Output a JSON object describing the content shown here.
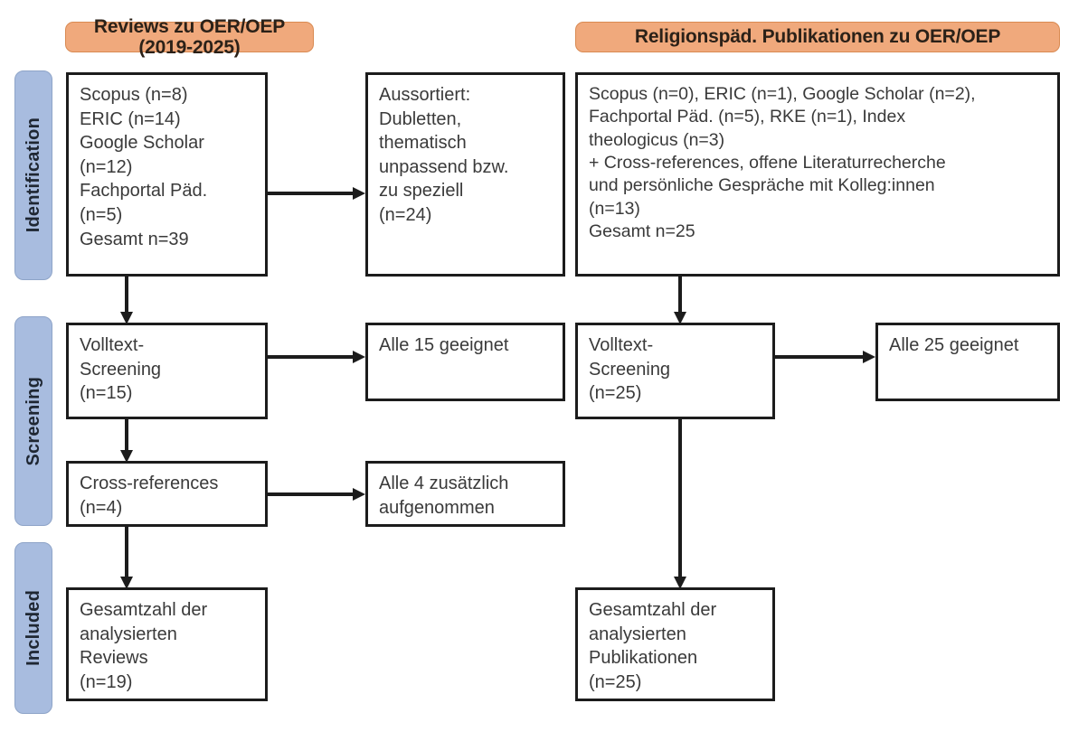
{
  "diagram": {
    "type": "prisma-flow-diagram",
    "columns": [
      {
        "id": "reviews",
        "header": "Reviews zu OER/OEP (2019-2025)"
      },
      {
        "id": "publications",
        "header": "Religionspäd. Publikationen zu OER/OEP"
      }
    ],
    "stages": [
      {
        "id": "identification",
        "label": "Identification"
      },
      {
        "id": "screening",
        "label": "Screening"
      },
      {
        "id": "included",
        "label": "Included"
      }
    ],
    "colors": {
      "header_fill": "#f0a97c",
      "header_border": "#d98a52",
      "stage_fill": "#a8bcdf",
      "stage_border": "#8ea4c8",
      "box_border": "#1c1c1c",
      "box_fill": "#ffffff",
      "text": "#3a3a3a"
    },
    "boxes": {
      "left_identification": "Scopus (n=8)\nERIC (n=14)\nGoogle Scholar\n(n=12)\nFachportal Päd.\n(n=5)\nGesamt n=39",
      "left_excluded": "Aussortiert:\nDubletten,\nthematisch\nunpassend bzw.\nzu speziell\n(n=24)",
      "left_screening": "Volltext-\nScreening\n(n=15)",
      "left_eligible": "Alle 15 geeignet",
      "left_crossref": "Cross-references\n(n=4)",
      "left_crossref_note": "Alle 4 zusätzlich\naufgenommen",
      "left_included": "Gesamtzahl der\nanalysierten\nReviews\n(n=19)",
      "right_identification": "Scopus (n=0), ERIC (n=1), Google Scholar (n=2),\nFachportal Päd. (n=5), RKE (n=1), Index\ntheologicus (n=3)\n+ Cross-references, offene Literaturrecherche\nund persönliche Gespräche mit Kolleg:innen\n(n=13)\nGesamt n=25",
      "right_screening": "Volltext-\nScreening\n(n=25)",
      "right_eligible": "Alle 25 geeignet",
      "right_included": "Gesamtzahl der\nanalysierten\nPublikationen\n(n=25)"
    },
    "counts": {
      "left_scopus": 8,
      "left_eric": 14,
      "left_google_scholar": 12,
      "left_fachportal": 5,
      "left_total": 39,
      "left_excluded": 24,
      "left_screening": 15,
      "left_eligible": 15,
      "left_crossref": 4,
      "left_crossref_added": 4,
      "left_included": 19,
      "right_scopus": 0,
      "right_eric": 1,
      "right_google_scholar": 2,
      "right_fachportal": 5,
      "right_rke": 1,
      "right_index_theologicus": 3,
      "right_other_sources": 13,
      "right_total": 25,
      "right_screening": 25,
      "right_eligible": 25,
      "right_included": 25
    }
  }
}
